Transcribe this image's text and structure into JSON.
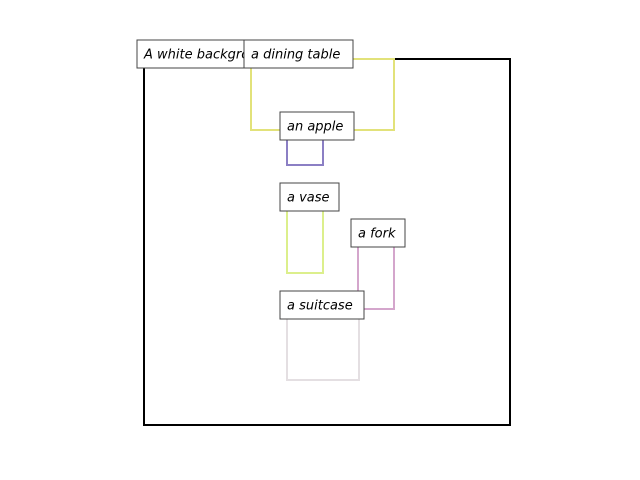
{
  "background": {
    "label": "A white background",
    "color": "#000000"
  },
  "regions": [
    {
      "id": "dining-table",
      "label": "a dining table",
      "color": "#e2e27a"
    },
    {
      "id": "apple",
      "label": "an apple",
      "color": "#8b7fc4"
    },
    {
      "id": "vase",
      "label": "a vase",
      "color": "#dcef8c"
    },
    {
      "id": "fork",
      "label": "a fork",
      "color": "#d4a6cc"
    },
    {
      "id": "suitcase",
      "label": "a suitcase",
      "color": "#e4dfe2"
    }
  ]
}
